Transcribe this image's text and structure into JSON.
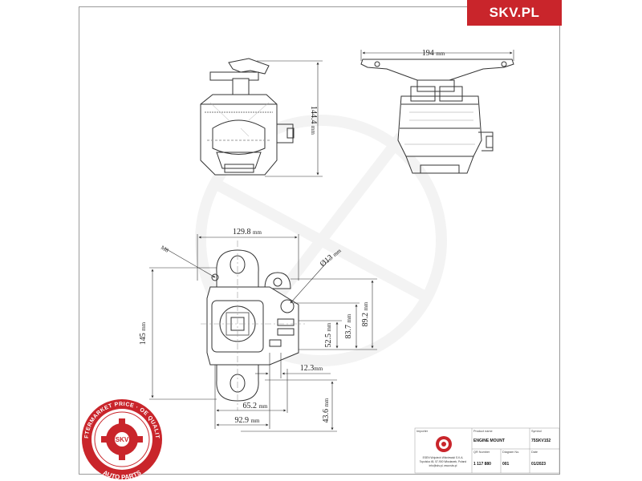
{
  "brand": "SKV.PL",
  "dimensions": {
    "side_height": "144.4",
    "top_width": "194",
    "plan_width": "129.8",
    "thread": "M8",
    "hole_dia": "Ø13",
    "height_145": "145",
    "dim_52_5": "52.5",
    "dim_83_7": "83.7",
    "dim_89_2": "89.2",
    "dim_12_3": "12.3",
    "dim_65_2": "65.2",
    "dim_92_9": "92.9",
    "dim_43_6": "43.6",
    "unit": "mm"
  },
  "seal": {
    "text": "AFTERMARKET PRICE · OE QUALITY",
    "center": "SKV",
    "bottom": "AUTO PARTS"
  },
  "title_block": {
    "importer_label": "Importer",
    "product_label": "Product name",
    "symbol_label": "Symbol",
    "product_name": "ENGINE MOUNT",
    "symbol": "75SKV152",
    "company": "ESEN Wojciech Wiśniewski S.K.A.",
    "address": "Topolska 45, 57-900 Włocławek, Poland",
    "contact": "info@skv.pl, www.skv.pl",
    "qr_label": "QR Number",
    "qr_value": "1 117 880",
    "diagram_label": "Diagram No.",
    "diagram_value": "001",
    "date_label": "Date",
    "date_value": "01/2023"
  },
  "colors": {
    "brand_red": "#c9252b",
    "line": "#333333",
    "watermark": "#ececec"
  }
}
